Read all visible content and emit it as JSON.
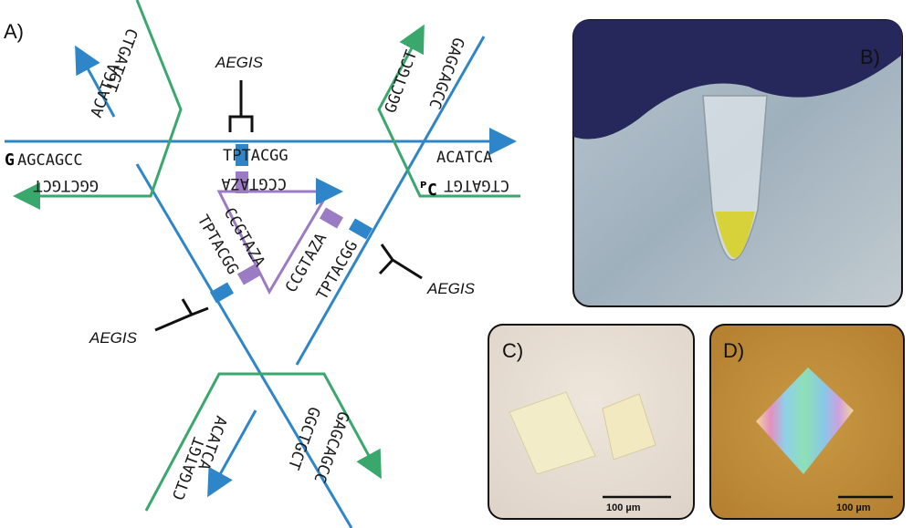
{
  "panels": {
    "a": "A)",
    "b": "B)",
    "c": "C)",
    "d": "D)"
  },
  "aegis": "AEGIS",
  "strands": {
    "top_left": "GAGCAGCC",
    "top_left_rev": "GGCTGCT",
    "top_mid": "TPTACGG",
    "top_mid_rev": "CCGTAZA",
    "top_right": "ACATCA",
    "top_right_rev": "CTGATGT",
    "ul_seq1": "ACATCA",
    "ul_seq2": "CTGATGT",
    "ur_seq1": "GGCTGCT",
    "ur_seq2": "GAGCAGCC",
    "left_in1": "CCGTAZA",
    "left_in2": "TPTACGG",
    "right_in1": "CCGTAZA",
    "right_in2": "TPTACGG",
    "bot_left1": "CTGATGT",
    "bot_left2": "ACATCA",
    "bot_right1": "GGCTGCT",
    "bot_right2": "GAGCAGCC"
  },
  "superscript_p": "P",
  "scale_bar": "100 µm",
  "colors": {
    "blue": "#2e86c8",
    "green": "#3aa76d",
    "purple": "#9b7bc4",
    "tube_bg": "#a7b8c4",
    "paper": "#e6ddd1",
    "amber": "#c08f3b"
  }
}
